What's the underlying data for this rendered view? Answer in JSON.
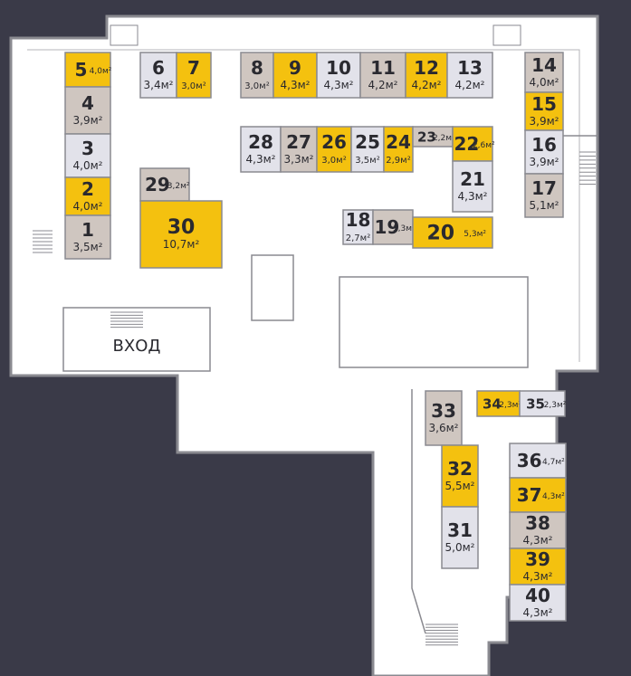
{
  "palette": {
    "background": "#3a3a48",
    "floor": "#ffffff",
    "wall": "#8a8a90",
    "sold": "#f4c10f",
    "free": "#e2e2ea",
    "reserved": "#cfc6c0",
    "text": "#2a2a30"
  },
  "entrance_label": "ВХОД",
  "units": [
    {
      "id": "5",
      "area": "4,0м²",
      "status": "sold"
    },
    {
      "id": "4",
      "area": "3,9м²",
      "status": "reserved"
    },
    {
      "id": "3",
      "area": "4,0м²",
      "status": "free"
    },
    {
      "id": "2",
      "area": "4,0м²",
      "status": "sold"
    },
    {
      "id": "1",
      "area": "3,5м²",
      "status": "reserved"
    },
    {
      "id": "6",
      "area": "3,4м²",
      "status": "free"
    },
    {
      "id": "7",
      "area": "3,0м²",
      "status": "sold"
    },
    {
      "id": "8",
      "area": "3,0м²",
      "status": "reserved"
    },
    {
      "id": "9",
      "area": "4,3м²",
      "status": "sold"
    },
    {
      "id": "10",
      "area": "4,3м²",
      "status": "free"
    },
    {
      "id": "11",
      "area": "4,2м²",
      "status": "reserved"
    },
    {
      "id": "12",
      "area": "4,2м²",
      "status": "sold"
    },
    {
      "id": "13",
      "area": "4,2м²",
      "status": "free"
    },
    {
      "id": "14",
      "area": "4,0м²",
      "status": "reserved"
    },
    {
      "id": "15",
      "area": "3,9м²",
      "status": "sold"
    },
    {
      "id": "16",
      "area": "3,9м²",
      "status": "free"
    },
    {
      "id": "17",
      "area": "5,1м²",
      "status": "reserved"
    },
    {
      "id": "28",
      "area": "4,3м²",
      "status": "free"
    },
    {
      "id": "27",
      "area": "3,3м²",
      "status": "reserved"
    },
    {
      "id": "26",
      "area": "3,0м²",
      "status": "sold"
    },
    {
      "id": "25",
      "area": "3,5м²",
      "status": "free"
    },
    {
      "id": "24",
      "area": "2,9м²",
      "status": "sold"
    },
    {
      "id": "23",
      "area": "2,2м²",
      "status": "reserved"
    },
    {
      "id": "22",
      "area": "2,6м²",
      "status": "sold"
    },
    {
      "id": "21",
      "area": "4,3м²",
      "status": "free"
    },
    {
      "id": "29",
      "area": "3,2м²",
      "status": "reserved"
    },
    {
      "id": "30",
      "area": "10,7м²",
      "status": "sold"
    },
    {
      "id": "18",
      "area": "2,7м²",
      "status": "free"
    },
    {
      "id": "19",
      "area": "3,3м²",
      "status": "reserved"
    },
    {
      "id": "20",
      "area": "5,3м²",
      "status": "sold"
    },
    {
      "id": "33",
      "area": "3,6м²",
      "status": "reserved"
    },
    {
      "id": "34",
      "area": "2,3м²",
      "status": "sold"
    },
    {
      "id": "35",
      "area": "2,3м²",
      "status": "free"
    },
    {
      "id": "32",
      "area": "5,5м²",
      "status": "sold"
    },
    {
      "id": "31",
      "area": "5,0м²",
      "status": "free"
    },
    {
      "id": "36",
      "area": "4,7м²",
      "status": "free"
    },
    {
      "id": "37",
      "area": "4,3м²",
      "status": "sold"
    },
    {
      "id": "38",
      "area": "4,3м²",
      "status": "reserved"
    },
    {
      "id": "39",
      "area": "4,3м²",
      "status": "sold"
    },
    {
      "id": "40",
      "area": "4,3м²",
      "status": "free"
    }
  ]
}
